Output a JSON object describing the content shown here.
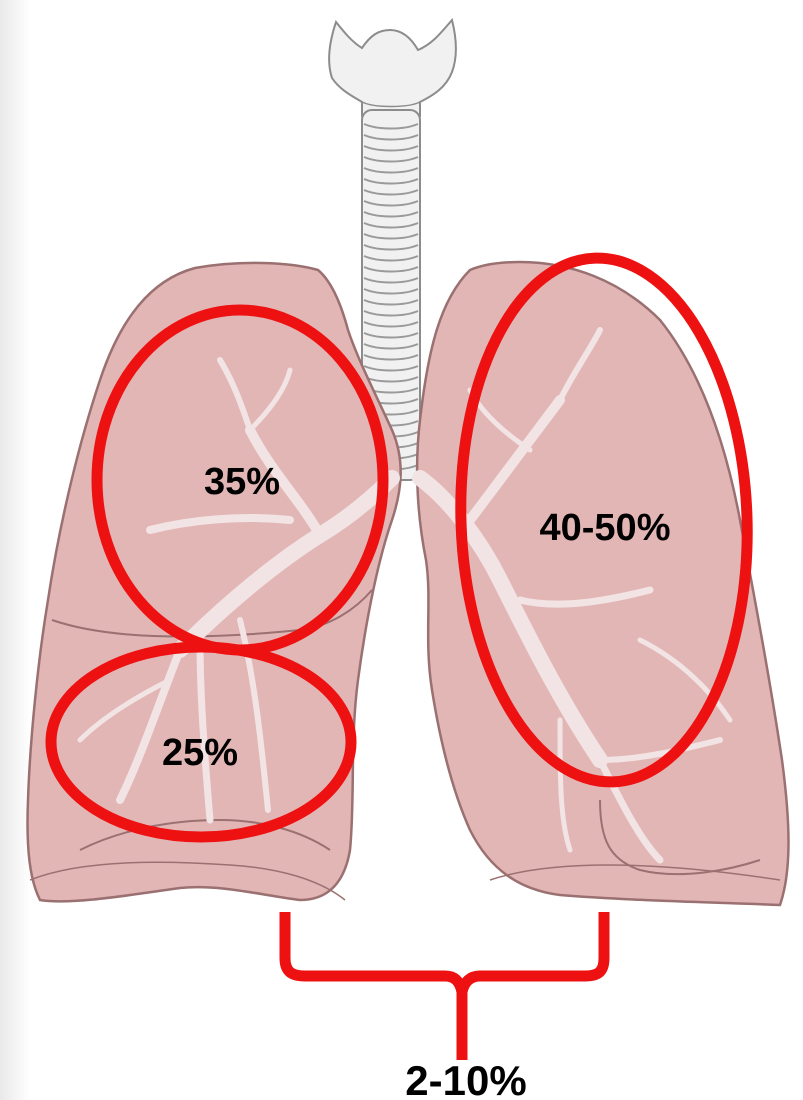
{
  "colors": {
    "lung_fill": "#e3b6b6",
    "lung_stroke": "#9a7070",
    "airway_fill": "#f2e4e4",
    "trachea_fill": "#f1f1f1",
    "trachea_stroke": "#8c8c8c",
    "highlight": "#ee1111",
    "label": "#000000"
  },
  "regions": {
    "right_upper": {
      "label": "35%"
    },
    "right_lower": {
      "label": "25%"
    },
    "left_lung": {
      "label": "40-50%"
    },
    "lower_bases": {
      "label": "2-10%"
    }
  }
}
